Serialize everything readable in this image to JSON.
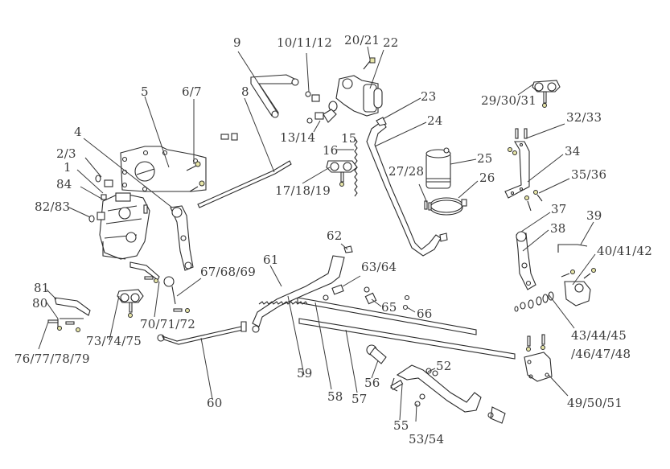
{
  "diagram": {
    "type": "exploded-parts-diagram",
    "subject": "power steering system",
    "callouts": [
      {
        "id": "c1",
        "text": "1"
      },
      {
        "id": "c2",
        "text": "2/3"
      },
      {
        "id": "c4",
        "text": "4"
      },
      {
        "id": "c5",
        "text": "5"
      },
      {
        "id": "c6",
        "text": "6/7"
      },
      {
        "id": "c8",
        "text": "8"
      },
      {
        "id": "c9",
        "text": "9"
      },
      {
        "id": "c10",
        "text": "10/11/12"
      },
      {
        "id": "c13",
        "text": "13/14"
      },
      {
        "id": "c15",
        "text": "15"
      },
      {
        "id": "c16",
        "text": "16"
      },
      {
        "id": "c17",
        "text": "17/18/19"
      },
      {
        "id": "c20",
        "text": "20/21"
      },
      {
        "id": "c22",
        "text": "22"
      },
      {
        "id": "c23",
        "text": "23"
      },
      {
        "id": "c24",
        "text": "24"
      },
      {
        "id": "c25",
        "text": "25"
      },
      {
        "id": "c26",
        "text": "26"
      },
      {
        "id": "c27",
        "text": "27/28"
      },
      {
        "id": "c29",
        "text": "29/30/31"
      },
      {
        "id": "c32",
        "text": "32/33"
      },
      {
        "id": "c34",
        "text": "34"
      },
      {
        "id": "c35",
        "text": "35/36"
      },
      {
        "id": "c37",
        "text": "37"
      },
      {
        "id": "c38",
        "text": "38"
      },
      {
        "id": "c39",
        "text": "39"
      },
      {
        "id": "c40",
        "text": "40/41/42"
      },
      {
        "id": "c43",
        "text": "43/44/45"
      },
      {
        "id": "c46",
        "text": "/46/47/48"
      },
      {
        "id": "c49",
        "text": "49/50/51"
      },
      {
        "id": "c52",
        "text": "52"
      },
      {
        "id": "c53",
        "text": "53/54"
      },
      {
        "id": "c55",
        "text": "55"
      },
      {
        "id": "c56",
        "text": "56"
      },
      {
        "id": "c57",
        "text": "57"
      },
      {
        "id": "c58",
        "text": "58"
      },
      {
        "id": "c59",
        "text": "59"
      },
      {
        "id": "c60",
        "text": "60"
      },
      {
        "id": "c61",
        "text": "61"
      },
      {
        "id": "c62",
        "text": "62"
      },
      {
        "id": "c63",
        "text": "63/64"
      },
      {
        "id": "c65",
        "text": "65"
      },
      {
        "id": "c66",
        "text": "66"
      },
      {
        "id": "c67",
        "text": "67/68/69"
      },
      {
        "id": "c70",
        "text": "70/71/72"
      },
      {
        "id": "c73",
        "text": "73/74/75"
      },
      {
        "id": "c76",
        "text": "76/77/78/79"
      },
      {
        "id": "c80",
        "text": "80"
      },
      {
        "id": "c81",
        "text": "81"
      },
      {
        "id": "c82",
        "text": "82/83"
      },
      {
        "id": "c84",
        "text": "84"
      }
    ]
  }
}
